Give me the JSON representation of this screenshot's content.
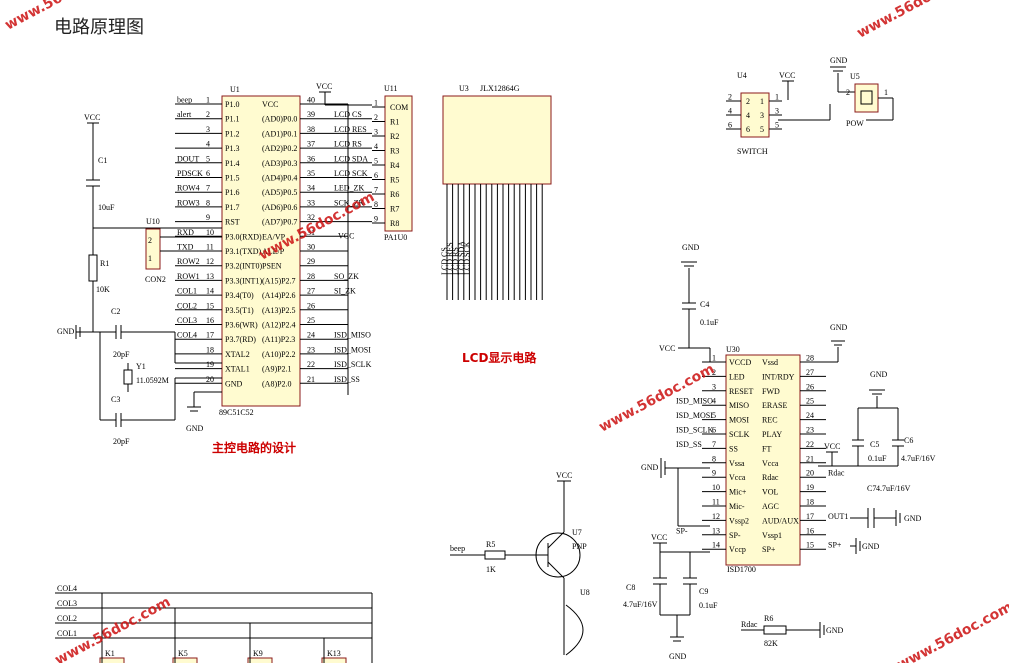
{
  "page_title": "电路原理图",
  "captions": {
    "main": "主控电路的设计",
    "lcd": "LCD显示电路"
  },
  "watermark": "www.56doc.com",
  "power_labels": {
    "vcc": "VCC",
    "gnd": "GND"
  },
  "u1": {
    "ref": "U1",
    "part": "89C51C52",
    "left_nets": [
      "beep",
      "alert",
      "",
      "",
      "DOUT",
      "PDSCK",
      "ROW4",
      "ROW3",
      "",
      "RXD",
      "TXD",
      "ROW2",
      "ROW1",
      "COL1",
      "COL2",
      "COL3",
      "COL4",
      "",
      "",
      ""
    ],
    "left_pins": [
      "1",
      "2",
      "3",
      "4",
      "5",
      "6",
      "7",
      "8",
      "9",
      "10",
      "11",
      "12",
      "13",
      "14",
      "15",
      "16",
      "17",
      "18",
      "19",
      "20"
    ],
    "left_names": [
      "P1.0",
      "P1.1",
      "P1.2",
      "P1.3",
      "P1.4",
      "P1.5",
      "P1.6",
      "P1.7",
      "RST",
      "P3.0(RXD)",
      "P3.1(TXD)",
      "P3.2(INT0)",
      "P3.3(INT1)",
      "P3.4(T0)",
      "P3.5(T1)",
      "P3.6(WR)",
      "P3.7(RD)",
      "XTAL2",
      "XTAL1",
      "GND"
    ],
    "right_names": [
      "VCC",
      "(AD0)P0.0",
      "(AD1)P0.1",
      "(AD2)P0.2",
      "(AD3)P0.3",
      "(AD4)P0.4",
      "(AD5)P0.5",
      "(AD6)P0.6",
      "(AD7)P0.7",
      "EA/VP",
      "ALE/P",
      "PSEN",
      "(A15)P2.7",
      "(A14)P2.6",
      "(A13)P2.5",
      "(A12)P2.4",
      "(A11)P2.3",
      "(A10)P2.2",
      "(A9)P2.1",
      "(A8)P2.0"
    ],
    "right_pins": [
      "40",
      "39",
      "38",
      "37",
      "36",
      "35",
      "34",
      "33",
      "32",
      "31",
      "30",
      "29",
      "28",
      "27",
      "26",
      "25",
      "24",
      "23",
      "22",
      "21"
    ],
    "right_nets": [
      "",
      "LCD CS",
      "LCD RES",
      "LCD RS",
      "LCD SDA",
      "LCD SCK",
      "LED_ZK",
      "SCK_ZK",
      "",
      "VCC",
      "",
      "",
      "SO_ZK",
      "SI_ZK",
      "",
      "",
      "ISD_MISO",
      "ISD_MOSI",
      "ISD_SCLK",
      "ISD_SS"
    ]
  },
  "u11": {
    "ref": "U11",
    "part": "PA1U0",
    "pins": [
      "COM",
      "R1",
      "R2",
      "R3",
      "R4",
      "R5",
      "R6",
      "R7",
      "R8"
    ],
    "nums": [
      "1",
      "2",
      "3",
      "4",
      "5",
      "6",
      "7",
      "8",
      "9"
    ]
  },
  "u3": {
    "ref": "U3",
    "part": "JLX12864G",
    "bottom_nets": [
      "LCD CS",
      "LCD RES",
      "LCD RS",
      "LCD SDA",
      "LCD SCK"
    ]
  },
  "u10": {
    "ref": "U10",
    "part": "CON2",
    "pins": [
      "2",
      "1"
    ]
  },
  "c1": {
    "ref": "C1",
    "value": "10uF"
  },
  "r1": {
    "ref": "R1",
    "value": "10K"
  },
  "c2": {
    "ref": "C2",
    "value": "20pF"
  },
  "c3": {
    "ref": "C3",
    "value": "20pF"
  },
  "y1": {
    "ref": "Y1",
    "value": "11.0592M"
  },
  "u4": {
    "ref": "U4",
    "part": "SWITCH",
    "pins_l": [
      "2",
      "4",
      "6"
    ],
    "pins_r": [
      "1",
      "3",
      "5"
    ],
    "inner_l": [
      "2",
      "4",
      "6"
    ],
    "inner_r": [
      "1",
      "3",
      "5"
    ]
  },
  "u5": {
    "ref": "U5",
    "part": "POW",
    "pins": [
      "2",
      "1"
    ]
  },
  "u30": {
    "ref": "U30",
    "part": "ISD1700",
    "left_names": [
      "VCCD",
      "LED",
      "RESET",
      "MISO",
      "MOSI",
      "SCLK",
      "SS",
      "Vssa",
      "Vcca",
      "Mic+",
      "Mic-",
      "Vssp2",
      "SP-",
      "Vccp"
    ],
    "left_pins": [
      "1",
      "2",
      "3",
      "4",
      "5",
      "6",
      "7",
      "8",
      "9",
      "10",
      "11",
      "12",
      "13",
      "14"
    ],
    "left_nets": [
      "VCC",
      "",
      "",
      "ISD_MISO",
      "ISD_MOSI",
      "ISD_SCLK",
      "ISD_SS",
      "",
      "",
      "",
      "",
      "",
      "SP-",
      ""
    ],
    "right_names": [
      "Vssd",
      "INT/RDY",
      "FWD",
      "ERASE",
      "REC",
      "PLAY",
      "FT",
      "Vcca",
      "Rdac",
      "VOL",
      "AGC",
      "AUD/AUX",
      "Vssp1",
      "SP+"
    ],
    "right_pins": [
      "28",
      "27",
      "26",
      "25",
      "24",
      "23",
      "22",
      "21",
      "20",
      "19",
      "18",
      "17",
      "16",
      "15"
    ],
    "right_nets": [
      "",
      "",
      "",
      "",
      "",
      "",
      "",
      "VCC",
      "Rdac",
      "",
      "",
      "OUT1",
      "",
      "SP+"
    ]
  },
  "c4": {
    "ref": "C4",
    "value": "0.1uF"
  },
  "c5": {
    "ref": "C5",
    "value": "0.1uF"
  },
  "c6": {
    "ref": "C6",
    "value": "4.7uF/16V"
  },
  "c7": {
    "ref": "C7",
    "value": "4.7uF/16V"
  },
  "c8": {
    "ref": "C8",
    "value": "4.7uF/16V"
  },
  "c9": {
    "ref": "C9",
    "value": "0.1uF"
  },
  "r5": {
    "ref": "R5",
    "value": "1K",
    "net": "beep"
  },
  "r6": {
    "ref": "R6",
    "value": "82K",
    "net": "Rdac"
  },
  "u7": {
    "ref": "U7",
    "part": "PNP"
  },
  "u8": {
    "ref": "U8"
  },
  "keypad": {
    "rows": [
      "COL4",
      "COL3",
      "COL2",
      "COL1"
    ],
    "keys": [
      "K1",
      "K5",
      "K9",
      "K13"
    ]
  }
}
